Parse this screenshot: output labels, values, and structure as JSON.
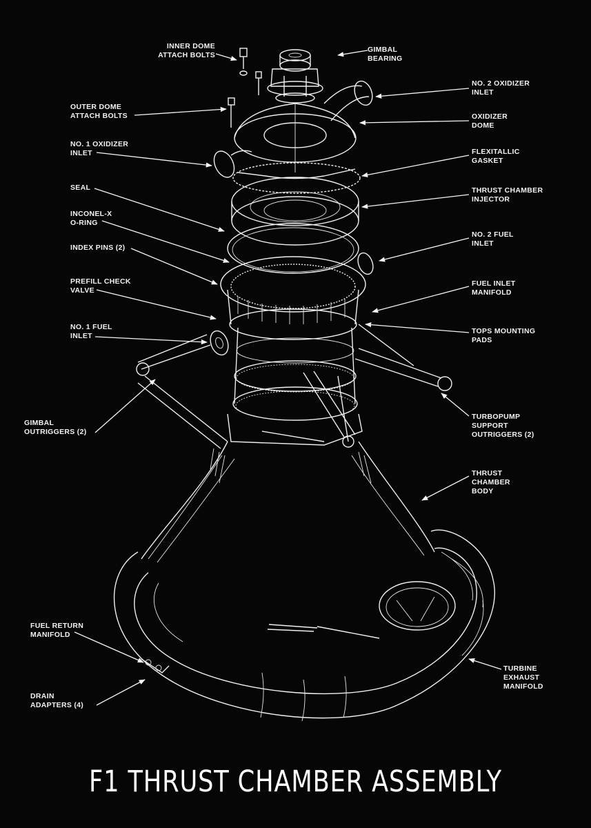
{
  "title": "F1 THRUST CHAMBER ASSEMBLY",
  "colors": {
    "background": "#060606",
    "ink": "#f0f0f0"
  },
  "labels": {
    "inner_dome_attach_bolts": "INNER DOME\nATTACH BOLTS",
    "gimbal_bearing": "GIMBAL\nBEARING",
    "no2_oxidizer_inlet": "NO. 2 OXIDIZER\nINLET",
    "outer_dome_attach_bolts": "OUTER DOME\nATTACH BOLTS",
    "oxidizer_dome": "OXIDIZER\nDOME",
    "no1_oxidizer_inlet": "NO. 1 OXIDIZER\nINLET",
    "flexitallic_gasket": "FLEXITALLIC\nGASKET",
    "seal": "SEAL",
    "thrust_chamber_injector": "THRUST CHAMBER\nINJECTOR",
    "inconel_x_oring": "INCONEL-X\nO-RING",
    "no2_fuel_inlet": "NO. 2 FUEL\nINLET",
    "index_pins": "INDEX PINS (2)",
    "fuel_inlet_manifold": "FUEL INLET\nMANIFOLD",
    "prefill_check_valve": "PREFILL CHECK\nVALVE",
    "tops_mounting_pads": "TOPS MOUNTING\nPADS",
    "no1_fuel_inlet": "NO. 1 FUEL\nINLET",
    "gimbal_outriggers": "GIMBAL\nOUTRIGGERS (2)",
    "turbopump_support_outriggers": "TURBOPUMP\nSUPPORT\nOUTRIGGERS (2)",
    "thrust_chamber_body": "THRUST\nCHAMBER\nBODY",
    "fuel_return_manifold": "FUEL RETURN\nMANIFOLD",
    "turbine_exhaust_manifold": "TURBINE\nEXHAUST\nMANIFOLD",
    "drain_adapters": "DRAIN\nADAPTERS (4)"
  }
}
